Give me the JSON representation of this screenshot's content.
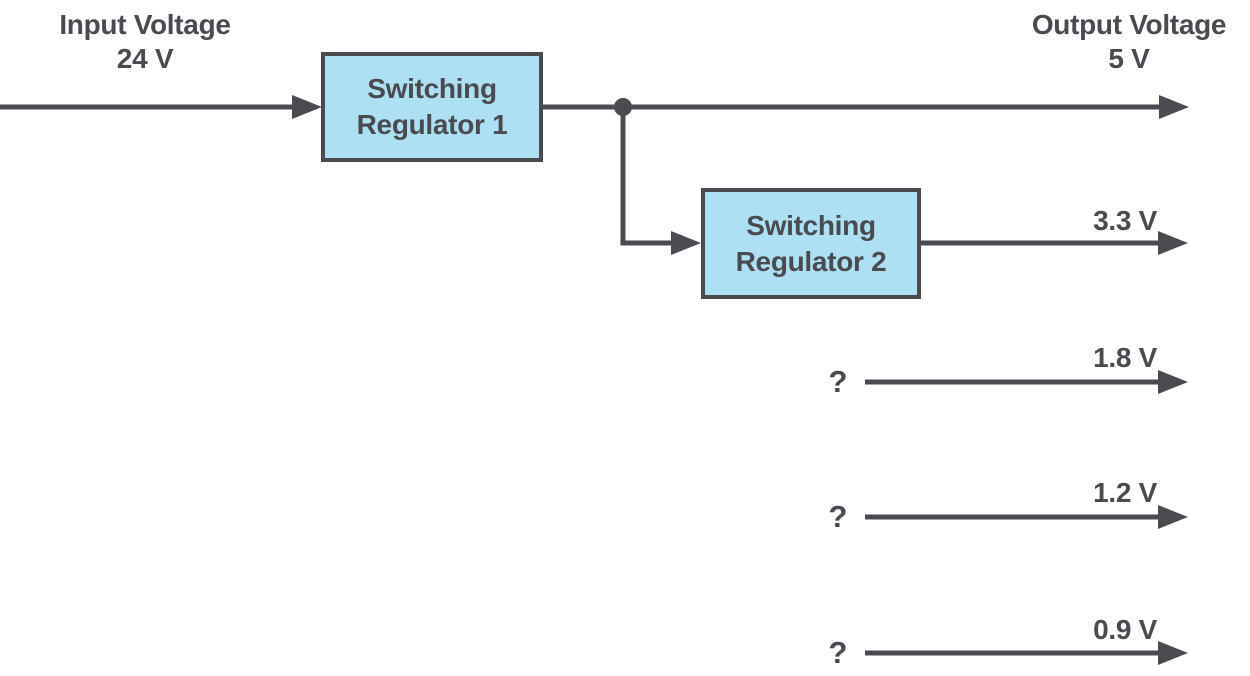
{
  "colors": {
    "ink": "#4a4b51",
    "box_fill": "#ade0f2",
    "background": "#ffffff"
  },
  "input": {
    "title": "Input Voltage",
    "voltage": "24 V"
  },
  "output": {
    "title": "Output Voltage",
    "voltage": "5 V"
  },
  "regulator1": {
    "line1": "Switching",
    "line2": "Regulator 1"
  },
  "regulator2": {
    "line1": "Switching",
    "line2": "Regulator 2"
  },
  "rails": [
    {
      "voltage": "3.3 V"
    },
    {
      "voltage": "1.8 V",
      "source": "?"
    },
    {
      "voltage": "1.2 V",
      "source": "?"
    },
    {
      "voltage": "0.9 V",
      "source": "?"
    }
  ]
}
